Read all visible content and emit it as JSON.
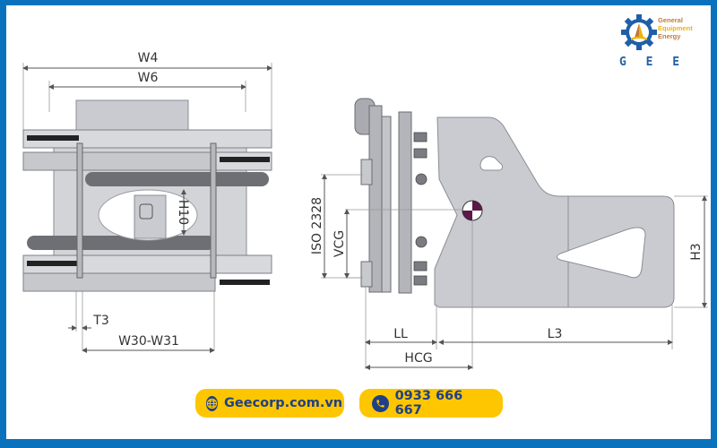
{
  "logo": {
    "brand_line1": "General",
    "brand_line2": "Equipment",
    "brand_line3": "Energy",
    "abbreviation": "G E E"
  },
  "diagram": {
    "front_view": {
      "labels": {
        "w4": "W4",
        "w6": "W6",
        "h10": "H10",
        "t3": "T3",
        "w30_w31": "W30-W31"
      }
    },
    "side_view": {
      "labels": {
        "iso": "ISO 2328",
        "vcg": "VCG",
        "ll": "LL",
        "hcg": "HCG",
        "l3": "L3",
        "h3": "H3"
      }
    }
  },
  "contact": {
    "website_icon": "globe-icon",
    "website": "Geecorp.com.vn",
    "phone_icon": "phone-icon",
    "phone": "0933 666 667"
  },
  "colors": {
    "frame_blue": "#0a72bd",
    "pill_yellow": "#fdc600",
    "pill_text": "#1f3f88",
    "part_gray": "#c9cbd0",
    "cg_marker": "#5a1a4a"
  }
}
